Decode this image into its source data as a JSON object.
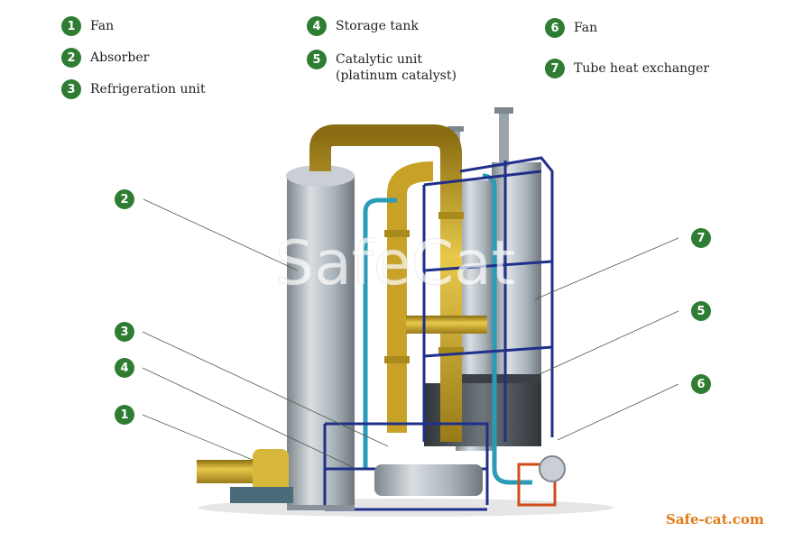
{
  "legend": [
    {
      "num": "1",
      "lines": [
        "Fan"
      ]
    },
    {
      "num": "2",
      "lines": [
        "Absorber"
      ]
    },
    {
      "num": "3",
      "lines": [
        "Refrigeration unit"
      ]
    },
    {
      "num": "4",
      "lines": [
        "Storage tank"
      ]
    },
    {
      "num": "5",
      "lines": [
        "Catalytic unit",
        "(platinum catalyst)"
      ]
    },
    {
      "num": "6",
      "lines": [
        "Fan"
      ]
    },
    {
      "num": "7",
      "lines": [
        "Tube heat exchanger"
      ]
    }
  ],
  "callouts": [
    "2",
    "3",
    "4",
    "1",
    "7",
    "5",
    "6"
  ],
  "watermark": "SafeCat",
  "site": "Safe-cat.com",
  "colors": {
    "badge": "#2e7d32",
    "pipe_gold": "#c8a227",
    "column_silver": "#a9b3ba",
    "frame_blue": "#1f2f8a",
    "pipe_teal": "#2a9bb8",
    "site_text": "#e07a12"
  }
}
